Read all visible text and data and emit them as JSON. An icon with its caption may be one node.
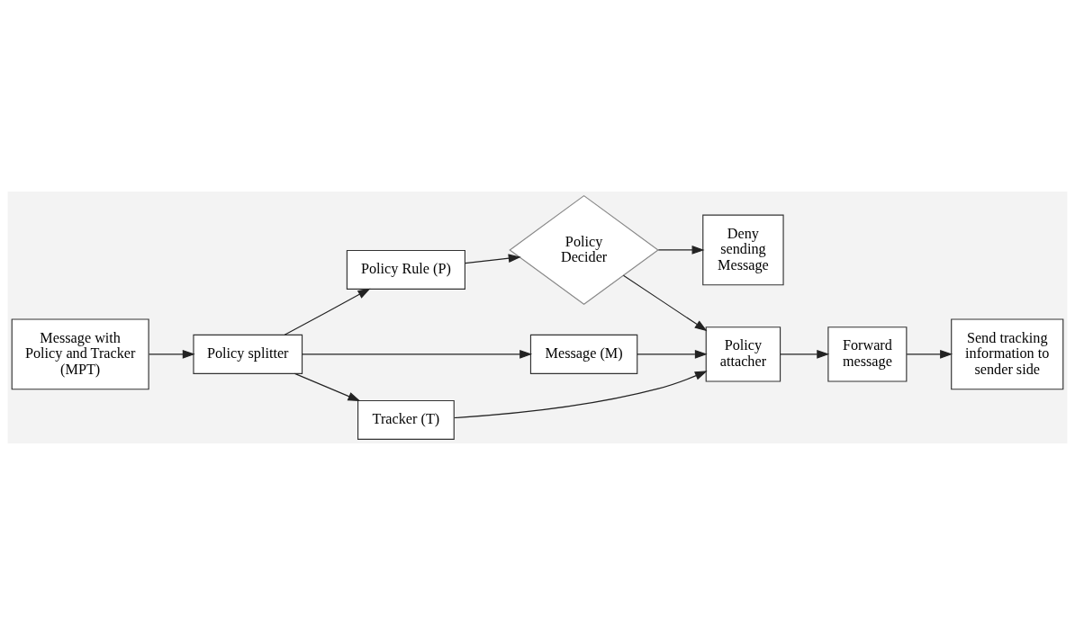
{
  "diagram": {
    "nodes": [
      {
        "text": [
          "Policy Rule (P)"
        ]
      },
      {
        "text": [
          "Policy splitter"
        ]
      },
      {
        "text": [
          "Message with Policy and Tracker (MPT)"
        ]
      },
      {
        "text": [
          "Policy Decider"
        ]
      },
      {
        "text": [
          "Deny sending Message"
        ]
      },
      {
        "text": [
          "Message (M)"
        ]
      },
      {
        "text": [
          "Policy attacher"
        ]
      },
      {
        "text": [
          "Tracker (T)"
        ]
      },
      {
        "text": [
          "Forward message"
        ]
      },
      {
        "text": [
          "Send tracking information to sender side"
        ]
      }
    ],
    "edges": [
      {
        "from": 2,
        "to": 1,
        "arrow": "to"
      },
      {
        "from": 1,
        "to": 0,
        "arrow": "to"
      },
      {
        "from": 1,
        "to": 5,
        "arrow": "to"
      },
      {
        "from": 1,
        "to": 7,
        "arrow": "to"
      },
      {
        "from": 0,
        "to": 3,
        "arrow": "to"
      },
      {
        "from": 3,
        "to": 4,
        "arrow": "to"
      },
      {
        "from": 3,
        "to": 6,
        "arrow": "to"
      },
      {
        "from": 5,
        "to": 6,
        "arrow": "to"
      },
      {
        "from": 7,
        "to": 6,
        "arrow": "to"
      },
      {
        "from": 6,
        "to": 8,
        "arrow": "to"
      },
      {
        "from": 8,
        "to": 9,
        "arrow": "to"
      }
    ]
  }
}
